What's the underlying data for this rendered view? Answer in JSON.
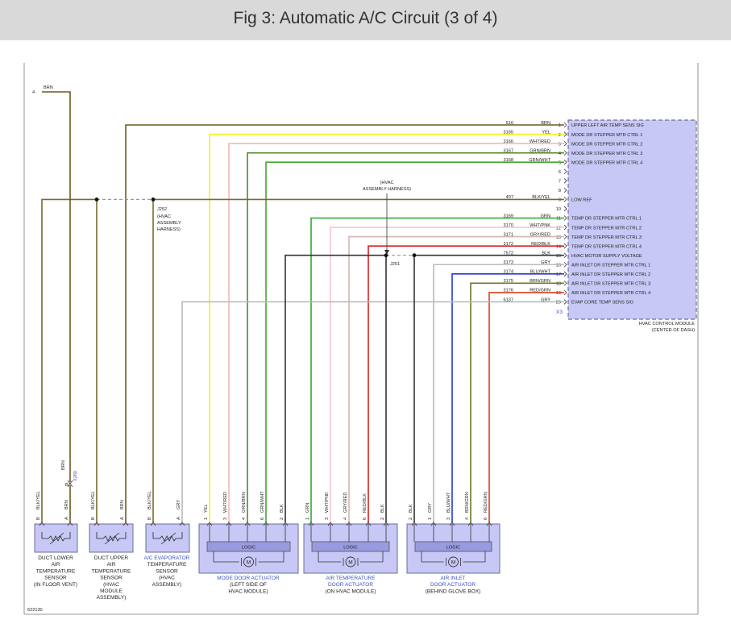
{
  "title": "Fig 3: Automatic A/C Circuit (3 of 4)",
  "figure_id": "622130",
  "colors": {
    "BRN": "#6b5a1e",
    "YEL": "#f2f21a",
    "WHT/RED": "#f2b8b8",
    "GRN/BRN": "#4f8a2a",
    "GRN/WHT": "#42a830",
    "GRN": "#2fa82f",
    "WHT/PNK": "#f3c6d2",
    "GRY/RED": "#d7b4b4",
    "RED/BLK": "#d62020",
    "BLK": "#333333",
    "GRY": "#bbbbbb",
    "BLU/WHT": "#2438d0",
    "BRN/GRN": "#6b7a24",
    "RED/GRN": "#d84020",
    "BLK/YEL": "#7a6a2a",
    "module": "#c8c8f6",
    "module_border": "#6d6d9a",
    "label_blue": "#3a52c4"
  },
  "external_wire": {
    "pin": "4",
    "color": "BRN"
  },
  "hvac_module": {
    "name": "HVAC CONTROL MODULE",
    "location": "(CENTER OF DASH)",
    "connector": "X3",
    "pins": [
      {
        "pin": "1",
        "circuit": "516",
        "color": "BRN",
        "function": "UPPER LEFT AIR TEMP SENS SIG"
      },
      {
        "pin": "2",
        "circuit": "3165",
        "color": "YEL",
        "function": "MODE DR STEPPER MTR CTRL 1"
      },
      {
        "pin": "3",
        "circuit": "3166",
        "color": "WHT/RED",
        "function": "MODE DR STEPPER MTR CTRL 2"
      },
      {
        "pin": "4",
        "circuit": "3167",
        "color": "GRN/BRN",
        "function": "MODE DR STEPPER MTR CTRL 3"
      },
      {
        "pin": "5",
        "circuit": "3168",
        "color": "GRN/WHT",
        "function": "MODE DR STEPPER MTR CTRL 4"
      },
      {
        "pin": "6",
        "circuit": "",
        "color": "",
        "function": ""
      },
      {
        "pin": "7",
        "circuit": "",
        "color": "",
        "function": ""
      },
      {
        "pin": "8",
        "circuit": "",
        "color": "",
        "function": ""
      },
      {
        "pin": "9",
        "circuit": "407",
        "color": "BLK/YEL",
        "function": "LOW REF"
      },
      {
        "pin": "10",
        "circuit": "",
        "color": "",
        "function": ""
      },
      {
        "pin": "11",
        "circuit": "3169",
        "color": "GRN",
        "function": "TEMP DR STEPPER MTR CTRL 1"
      },
      {
        "pin": "12",
        "circuit": "3170",
        "color": "WHT/PNK",
        "function": "TEMP DR STEPPER MTR CTRL 2"
      },
      {
        "pin": "13",
        "circuit": "3171",
        "color": "GRY/RED",
        "function": "TEMP DR STEPPER MTR CTRL 3"
      },
      {
        "pin": "14",
        "circuit": "3172",
        "color": "RED/BLK",
        "function": "TEMP DR STEPPER MTR CTRL 4"
      },
      {
        "pin": "15",
        "circuit": "7572",
        "color": "BLK",
        "function": "HVAC MOTOR SUPPLY VOLTAGE"
      },
      {
        "pin": "16",
        "circuit": "3173",
        "color": "GRY",
        "function": "AIR INLET DR STEPPER MTR CTRL 1"
      },
      {
        "pin": "17",
        "circuit": "3174",
        "color": "BLU/WHT",
        "function": "AIR INLET DR STEPPER MTR CTRL 2"
      },
      {
        "pin": "18",
        "circuit": "3175",
        "color": "BRN/GRN",
        "function": "AIR INLET DR STEPPER MTR CTRL 3"
      },
      {
        "pin": "19",
        "circuit": "3176",
        "color": "RED/GRN",
        "function": "AIR INLET DR STEPPER MTR CTRL 4"
      },
      {
        "pin": "20",
        "circuit": "6137",
        "color": "GRY",
        "function": "EVAP CORE TEMP SENS SIG"
      }
    ]
  },
  "splices": {
    "j252": {
      "id": "J252",
      "desc": "(HVAC ASSEMBLY HARNESS)"
    },
    "j251": {
      "id": "J251",
      "desc": "(HVAC ASSEMBLY HARNESS)"
    }
  },
  "inline_connector": {
    "id": "X260",
    "pin": "B",
    "color": "BRN"
  },
  "sensors": [
    {
      "name": "DUCT LOWER AIR TEMPERATURE SENSOR",
      "location": "(IN FLOOR VENT)",
      "pins": [
        {
          "pin": "B",
          "color": "BLK/YEL"
        },
        {
          "pin": "A",
          "color": "BRN"
        }
      ]
    },
    {
      "name": "DUCT UPPER AIR TEMPERATURE SENSOR",
      "location": "(HVAC MODULE ASSEMBLY)",
      "pins": [
        {
          "pin": "B",
          "color": "BLK/YEL"
        },
        {
          "pin": "A",
          "color": "BRN"
        }
      ]
    },
    {
      "name": "A/C EVAPORATOR TEMPERATURE SENSOR",
      "location": "(HVAC ASSEMBLY)",
      "pins": [
        {
          "pin": "B",
          "color": "BLK/YEL"
        },
        {
          "pin": "A",
          "color": "GRY"
        }
      ]
    }
  ],
  "actuators": [
    {
      "name": "MODE DOOR ACTUATOR",
      "location": "(LEFT SIDE OF HVAC MODULE)",
      "logic": "LOGIC",
      "motor": "M",
      "pins": [
        {
          "pin": "1",
          "color": "YEL"
        },
        {
          "pin": "3",
          "color": "WHT/RED"
        },
        {
          "pin": "4",
          "color": "GRN/BRN"
        },
        {
          "pin": "6",
          "color": "GRN/WHT"
        },
        {
          "pin": "2",
          "color": "BLK"
        }
      ]
    },
    {
      "name": "AIR TEMPERATURE DOOR ACTUATOR",
      "location": "(ON HVAC MODULE)",
      "logic": "LOGIC",
      "motor": "M",
      "pins": [
        {
          "pin": "1",
          "color": "GRN"
        },
        {
          "pin": "3",
          "color": "WHT/PNK"
        },
        {
          "pin": "4",
          "color": "GRY/RED"
        },
        {
          "pin": "6",
          "color": "RED/BLK"
        },
        {
          "pin": "2",
          "color": "BLK"
        }
      ]
    },
    {
      "name": "AIR INLET DOOR ACTUATOR",
      "location": "(BEHIND GLOVE BOX)",
      "logic": "LOGIC",
      "motor": "M",
      "pins": [
        {
          "pin": "2",
          "color": "BLK"
        },
        {
          "pin": "1",
          "color": "GRY"
        },
        {
          "pin": "3",
          "color": "BLU/WHT"
        },
        {
          "pin": "4",
          "color": "BRN/GRN"
        },
        {
          "pin": "6",
          "color": "RED/GRN"
        }
      ]
    }
  ]
}
